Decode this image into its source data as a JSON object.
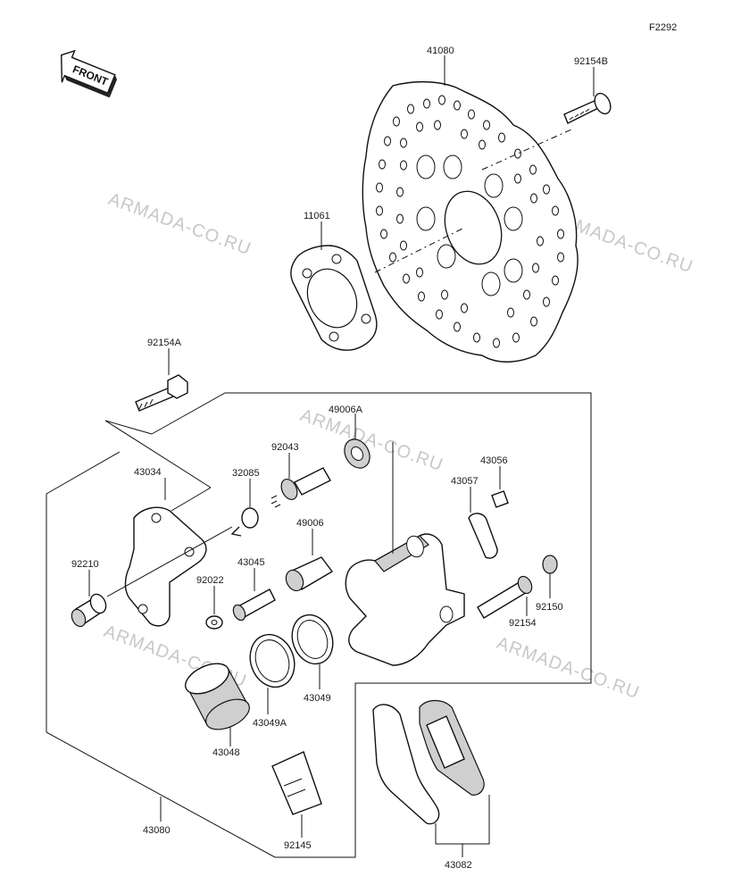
{
  "figure_code": "F2292",
  "direction_label": "FRONT",
  "watermark_text": "ARMADA-CO.RU",
  "parts": {
    "p41080": "41080",
    "p92154B": "92154B",
    "p11061": "11061",
    "p92154A": "92154A",
    "p49006A": "49006A",
    "p92043": "92043",
    "p43034": "43034",
    "p32085": "32085",
    "p43056": "43056",
    "p43057": "43057",
    "p49006": "49006",
    "p92210": "92210",
    "p43045": "43045",
    "p92022": "92022",
    "p92154": "92154",
    "p92150": "92150",
    "p43049": "43049",
    "p43049A": "43049A",
    "p43048": "43048",
    "p43080": "43080",
    "p92145": "92145",
    "p43082": "43082"
  }
}
